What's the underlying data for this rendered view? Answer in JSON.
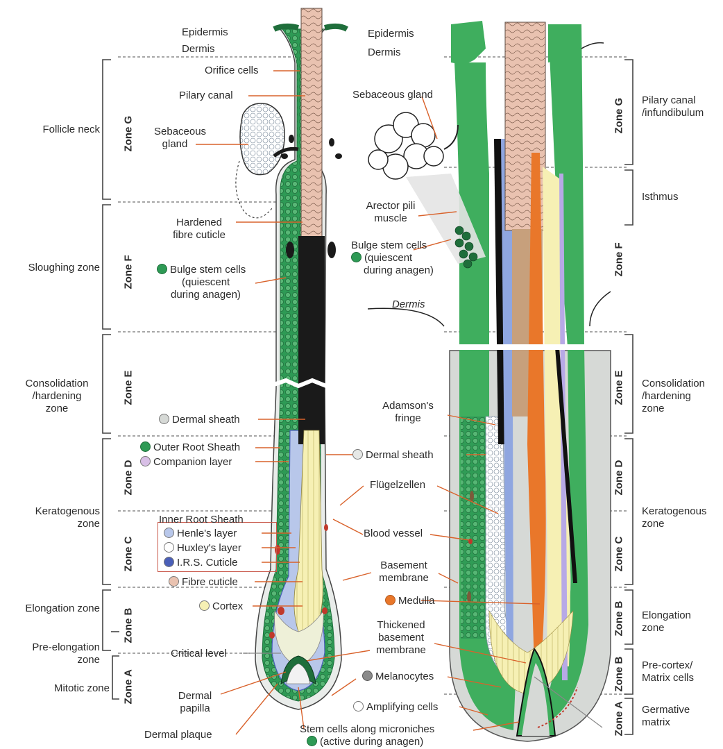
{
  "left": {
    "epidermis": "Epidermis",
    "dermis": "Dermis",
    "orifice_cells": "Orifice cells",
    "pilary_canal": "Pilary canal",
    "sebaceous_gland": [
      "Sebaceous",
      "gland"
    ],
    "hardened_cuticle": [
      "Hardened",
      "fibre cuticle"
    ],
    "bulge": [
      "Bulge stem cells",
      "(quiescent",
      "during anagen)"
    ],
    "dermal_sheath": "Dermal sheath",
    "outer_root_sheath": "Outer Root Sheath",
    "companion_layer": "Companion layer",
    "inner_root_sheath": "Inner Root Sheath",
    "henle": "Henle's layer",
    "huxley": "Huxley's layer",
    "irs_cuticle": "I.R.S. Cuticle",
    "fibre_cuticle": "Fibre cuticle",
    "cortex": "Cortex",
    "critical_level": "Critical level",
    "dermal_papilla": [
      "Dermal",
      "papilla"
    ],
    "dermal_plaque": "Dermal plaque",
    "regions": {
      "follicle_neck": "Follicle neck",
      "sloughing": "Sloughing zone",
      "consolidation": [
        "Consolidation",
        "/hardening",
        "zone"
      ],
      "keratogenous": [
        "Keratogenous",
        "zone"
      ],
      "elongation": "Elongation zone",
      "pre_elongation": [
        "Pre-elongation",
        "zone"
      ],
      "mitotic": "Mitotic zone"
    }
  },
  "middle": {
    "dermal_sheath": "Dermal sheath",
    "flugelzellen": "Flügelzellen",
    "blood_vessel": "Blood vessel",
    "basement_membrane": [
      "Basement",
      "membrane"
    ],
    "medulla": "Medulla",
    "thickened_bm": [
      "Thickened",
      "basement",
      "membrane"
    ],
    "melanocytes": "Melanocytes",
    "amplifying": "Amplifying cells",
    "stem_cells": [
      "Stem cells along microniches",
      "(active during anagen)"
    ]
  },
  "right": {
    "epidermis": "Epidermis",
    "dermis": "Dermis",
    "sebaceous_gland": "Sebaceous gland",
    "arrector": [
      "Arector pili",
      "muscle"
    ],
    "bulge": [
      "Bulge stem cells",
      "(quiescent",
      "during anagen)"
    ],
    "dermis_italic": "Dermis",
    "adamson": [
      "Adamson's",
      "fringe"
    ],
    "regions": {
      "pilary": [
        "Pilary canal",
        "/infundibulum"
      ],
      "isthmus": "Isthmus",
      "consolidation": [
        "Consolidation",
        "/hardening",
        "zone"
      ],
      "keratogenous": [
        "Keratogenous",
        "zone"
      ],
      "elongation": [
        "Elongation",
        "zone"
      ],
      "precortex": [
        "Pre-cortex/",
        "Matrix cells"
      ],
      "germative": [
        "Germative",
        "matrix"
      ]
    }
  },
  "zones": {
    "g": "Zone G",
    "f": "Zone F",
    "e": "Zone E",
    "d": "Zone D",
    "c": "Zone C",
    "b": "Zone B",
    "a": "Zone A"
  },
  "colors": {
    "ors_green": "#2e9a55",
    "dark_green": "#1f6e3b",
    "fibre_pink": "#e9c2b0",
    "cortex_yellow": "#f6f0b4",
    "medulla_orange": "#e9772a",
    "henle_blue": "#b8c7ea",
    "irs_cuticle_blue": "#4a5fb8",
    "companion_lilac": "#d8bfe6",
    "dermal_sheath_grey": "#d6d9d6",
    "melanocyte_grey": "#8a8a8a",
    "blood_red": "#c0392b",
    "leader_orange": "#d9622b"
  }
}
